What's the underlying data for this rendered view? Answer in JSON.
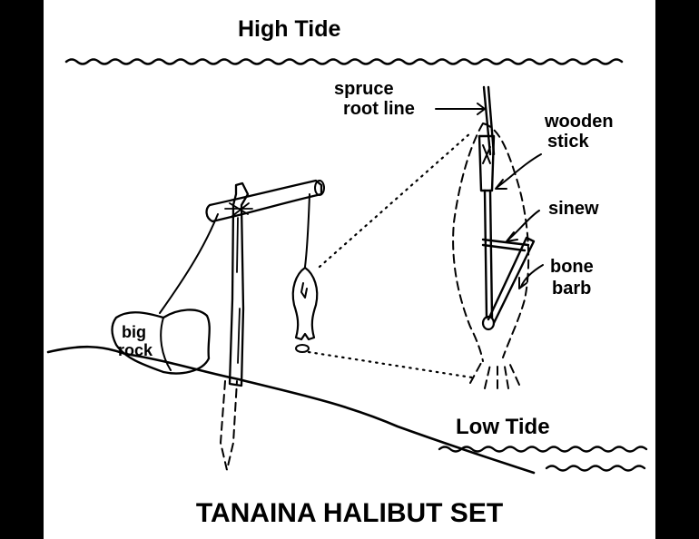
{
  "diagram": {
    "title": "TANAINA HALIBUT SET",
    "high_tide": "High Tide",
    "low_tide": "Low Tide",
    "labels": {
      "big_rock_1": "big",
      "big_rock_2": "rock",
      "spruce_1": "spruce",
      "spruce_2": "root line",
      "stick_1": "wooden",
      "stick_2": "stick",
      "sinew": "sinew",
      "barb_1": "bone",
      "barb_2": "barb"
    },
    "colors": {
      "ink": "#000000",
      "background": "#ffffff",
      "frame": "#000000"
    }
  }
}
